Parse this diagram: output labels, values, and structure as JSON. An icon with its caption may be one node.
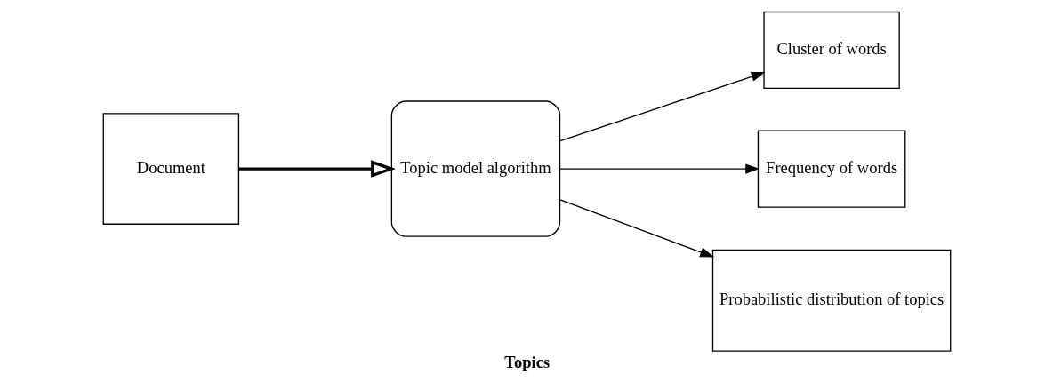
{
  "diagram": {
    "caption": "Topics",
    "nodes": [
      {
        "text": [
          "Document"
        ]
      },
      {
        "text": [
          "Topic model algorithm"
        ]
      },
      {
        "text": [
          "Cluster of words"
        ]
      },
      {
        "text": [
          "Frequency of words"
        ]
      },
      {
        "text": [
          "Probabilistic distribution of topics"
        ]
      }
    ],
    "edges": [
      {
        "from": 0,
        "to": 1,
        "arrow": "to",
        "style": "thick"
      },
      {
        "from": 1,
        "to": 2,
        "arrow": "to"
      },
      {
        "from": 1,
        "to": 3,
        "arrow": "to"
      },
      {
        "from": 1,
        "to": 4,
        "arrow": "to"
      }
    ]
  }
}
